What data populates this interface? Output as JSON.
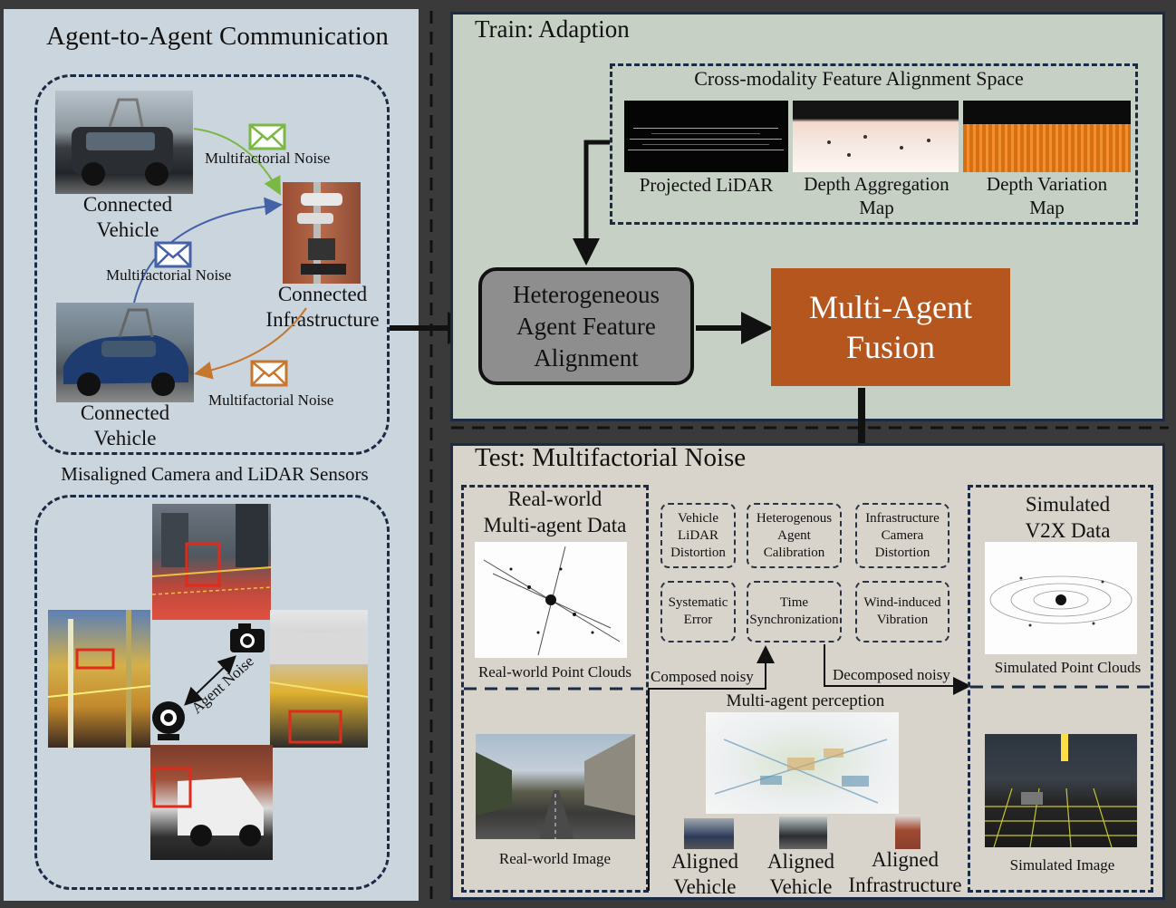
{
  "left": {
    "title": "Agent-to-Agent Communication",
    "connected_vehicle_top": [
      "Connected",
      "Vehicle"
    ],
    "connected_vehicle_bottom": [
      "Connected",
      "Vehicle"
    ],
    "connected_infra": [
      "Connected",
      "Infrastructure"
    ],
    "noise_green": "Multifactorial Noise",
    "noise_blue": "Multifactorial Noise",
    "noise_orange": "Multifactorial Noise",
    "sensors_title": "Misaligned Camera and LiDAR Sensors",
    "agent_noise": "Agent Noise"
  },
  "train": {
    "title": "Train: Adaption",
    "space_title": "Cross-modality Feature Alignment Space",
    "map1": "Projected LiDAR",
    "map2": [
      "Depth Aggregation",
      "Map"
    ],
    "map3": [
      "Depth Variation",
      "Map"
    ],
    "hafa": [
      "Heterogeneous",
      "Agent Feature",
      "Alignment"
    ],
    "fusion": [
      "Multi-Agent",
      "Fusion"
    ]
  },
  "test": {
    "title": "Test: Multifactorial Noise",
    "real_title": [
      "Real-world",
      "Multi-agent Data"
    ],
    "real_pc": "Real-world Point Clouds",
    "real_img": "Real-world Image",
    "sim_title": [
      "Simulated",
      "V2X Data"
    ],
    "sim_pc": "Simulated Point Clouds",
    "sim_img": "Simulated Image",
    "noise_boxes": [
      [
        "Vehicle",
        "LiDAR",
        "Distortion"
      ],
      [
        "Heterogenous",
        "Agent",
        "Calibration"
      ],
      [
        "Infrastructure",
        "Camera",
        "Distortion"
      ],
      [
        "Systematic",
        "Error"
      ],
      [
        "Time",
        "Synchronization"
      ],
      [
        "Wind-induced",
        "Vibration"
      ]
    ],
    "composed": "Composed noisy",
    "decomposed": "Decomposed noisy",
    "perception": "Multi-agent perception",
    "aligned1": [
      "Aligned",
      "Vehicle"
    ],
    "aligned2": [
      "Aligned",
      "Vehicle"
    ],
    "aligned3": [
      "Aligned",
      "Infrastructure"
    ]
  },
  "colors": {
    "left_bg": "#cbd5de",
    "train_bg": "#c6d0c4",
    "test_bg": "#d8d4cc",
    "dash": "#1b2b45",
    "fusion": "#b5561e",
    "hafa": "#8e8e8e",
    "green_env": "#7ab843",
    "blue_env": "#4562a8",
    "orange_env": "#c6772e"
  }
}
